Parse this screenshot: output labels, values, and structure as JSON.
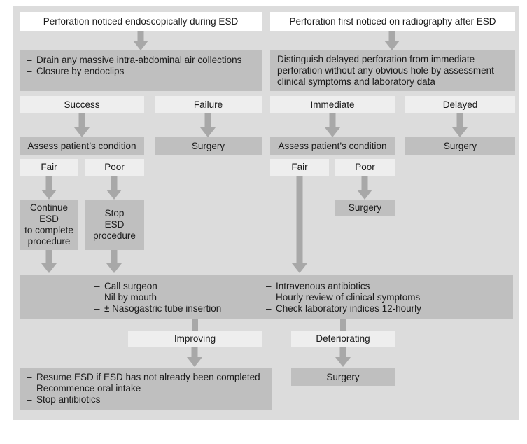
{
  "top": {
    "left_title": "Perforation noticed endoscopically during ESD",
    "right_title": "Perforation first noticed on radiography after ESD"
  },
  "left_branch": {
    "actions": [
      "Drain any massive intra-abdominal air collections",
      "Closure by endoclips"
    ],
    "success": "Success",
    "failure": "Failure",
    "failure_outcome": "Surgery",
    "assess": "Assess patient’s condition",
    "fair": "Fair",
    "poor": "Poor",
    "fair_outcome": [
      "Continue",
      "ESD",
      "to complete",
      "procedure"
    ],
    "poor_outcome": [
      "Stop",
      "ESD",
      "procedure"
    ]
  },
  "right_branch": {
    "distinguish": "Distinguish delayed perforation from immediate perforation without any obvious hole by assessment clinical symptoms and laboratory data",
    "immediate": "Immediate",
    "delayed": "Delayed",
    "delayed_outcome": "Surgery",
    "assess": "Assess patient’s condition",
    "fair": "Fair",
    "poor": "Poor",
    "poor_outcome": "Surgery"
  },
  "management": {
    "left_items": [
      "Call surgeon",
      "Nil by mouth",
      "± Nasogastric tube insertion"
    ],
    "right_items": [
      "Intravenous antibiotics",
      "Hourly review of clinical symptoms",
      "Check laboratory indices  12-hourly"
    ]
  },
  "outcomes": {
    "improving": "Improving",
    "improving_actions": [
      "Resume ESD if ESD has not already been completed",
      "Recommence oral intake",
      "Stop antibiotics"
    ],
    "deteriorating": "Deteriorating",
    "deteriorating_outcome": "Surgery"
  }
}
